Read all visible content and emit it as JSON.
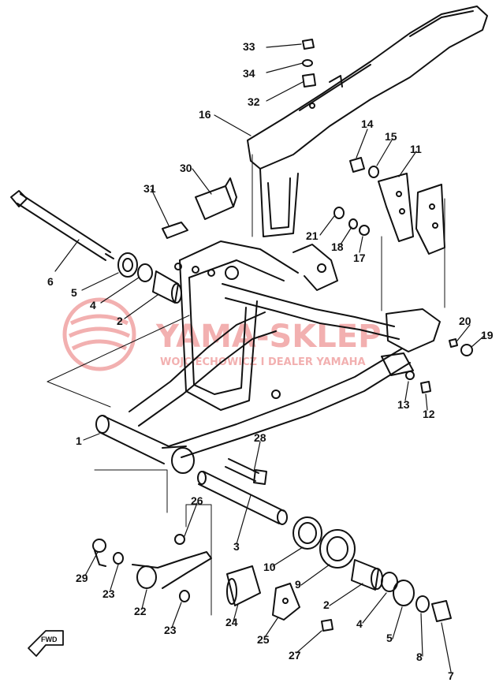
{
  "diagram": {
    "callouts": [
      "1",
      "2",
      "3",
      "4",
      "5",
      "6",
      "7",
      "8",
      "9",
      "10",
      "11",
      "12",
      "13",
      "14",
      "15",
      "16",
      "17",
      "18",
      "19",
      "20",
      "21",
      "22",
      "23",
      "24",
      "25",
      "26",
      "27",
      "28",
      "29",
      "30",
      "31",
      "32",
      "33",
      "34"
    ]
  },
  "parts": [
    {
      "number": "1"
    },
    {
      "number": "2"
    },
    {
      "number": "2"
    },
    {
      "number": "3"
    },
    {
      "number": "4"
    },
    {
      "number": "4"
    },
    {
      "number": "5"
    },
    {
      "number": "5"
    },
    {
      "number": "6"
    },
    {
      "number": "7"
    },
    {
      "number": "8"
    },
    {
      "number": "9"
    },
    {
      "number": "10"
    },
    {
      "number": "11"
    },
    {
      "number": "12"
    },
    {
      "number": "13"
    },
    {
      "number": "14"
    },
    {
      "number": "15"
    },
    {
      "number": "16"
    },
    {
      "number": "17"
    },
    {
      "number": "18"
    },
    {
      "number": "19"
    },
    {
      "number": "20"
    },
    {
      "number": "21"
    },
    {
      "number": "22"
    },
    {
      "number": "23"
    },
    {
      "number": "23"
    },
    {
      "number": "24"
    },
    {
      "number": "25"
    },
    {
      "number": "26"
    },
    {
      "number": "27"
    },
    {
      "number": "28"
    },
    {
      "number": "29"
    },
    {
      "number": "30"
    },
    {
      "number": "31"
    },
    {
      "number": "32"
    },
    {
      "number": "33"
    },
    {
      "number": "34"
    }
  ],
  "watermark": {
    "brand": "YAMA-SKLEP",
    "subtitle": "WOJCIECHOWICZ I DEALER YAMAHA",
    "color": "#e87070"
  },
  "fwd_label": "FWD",
  "colors": {
    "ink": "#111111",
    "paper": "#ffffff",
    "watermark": "#e87070"
  }
}
